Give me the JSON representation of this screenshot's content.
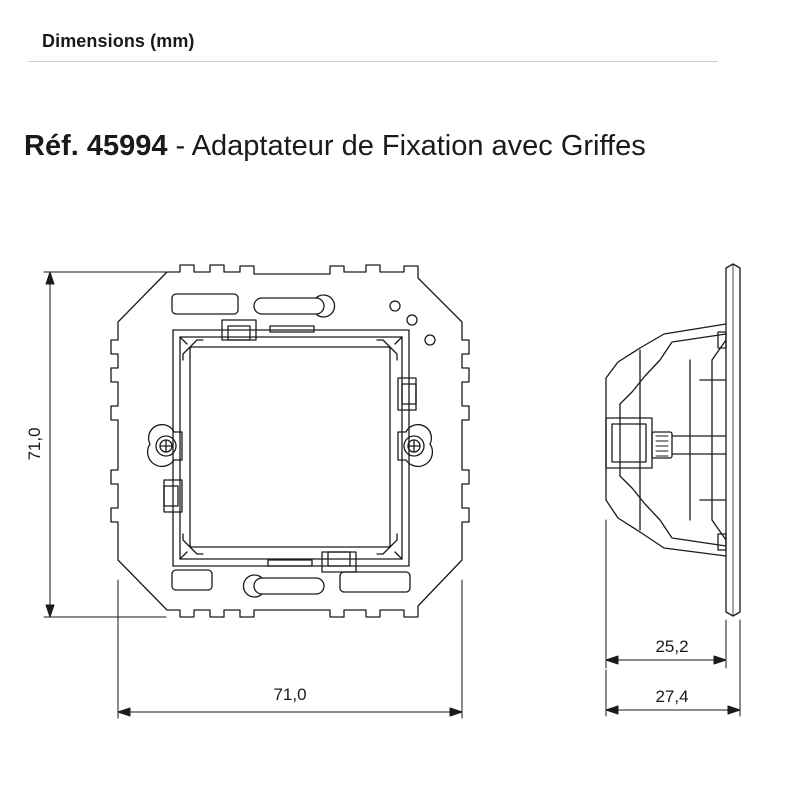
{
  "header": {
    "section_label": "Dimensions (mm)"
  },
  "title": {
    "ref": "Réf. 45994",
    "separator": " - ",
    "name": "Adaptateur de Fixation avec Griffes"
  },
  "dimensions": {
    "front_height": "71,0",
    "front_width": "71,0",
    "side_depth_inner": "25,2",
    "side_depth_total": "27,4"
  },
  "colors": {
    "line": "#1a1a1a",
    "rule": "#d0d0d0",
    "background": "#ffffff"
  }
}
